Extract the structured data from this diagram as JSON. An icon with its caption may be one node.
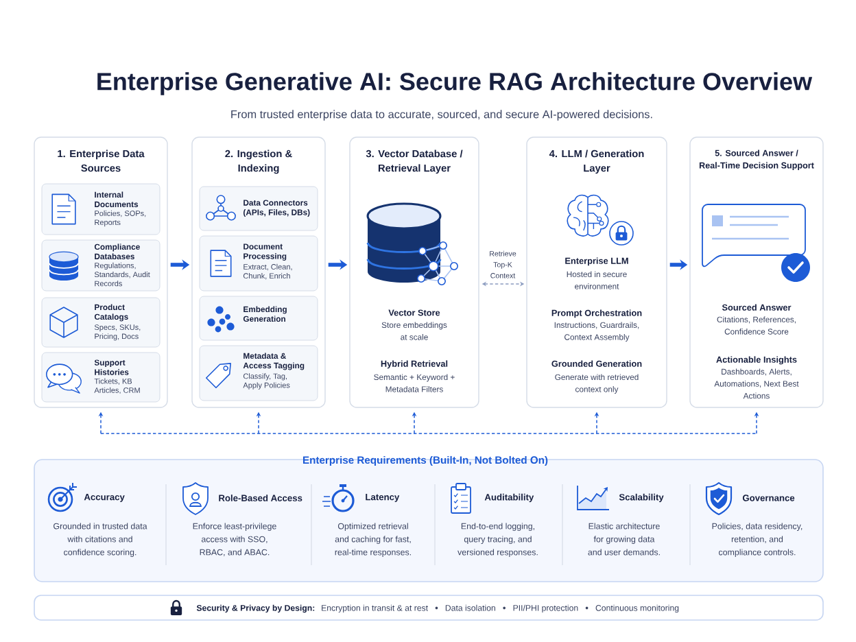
{
  "diagram": {
    "title": "Enterprise Generative AI: Secure RAG Architecture Overview",
    "nodes": [
      {
        "text": [
          "1. Enterprise Data Sources"
        ]
      },
      {
        "text": [
          "Internal Documents",
          "Policies, SOPs, Reports"
        ],
        "in": 0
      },
      {
        "text": [
          "Compliance Databases",
          "Regulations, Standards, Audit Records"
        ],
        "in": 0
      },
      {
        "text": [
          "Product Catalogs",
          "Specs, SKUs, Pricing, Docs"
        ],
        "in": 0
      },
      {
        "text": [
          "Support Histories",
          "Tickets, KB Articles, CRM"
        ],
        "in": 0
      },
      {
        "text": [
          "2. Ingestion & Indexing"
        ]
      },
      {
        "text": [
          "Data Connectors (APIs, Files, DBs)"
        ],
        "in": 5
      },
      {
        "text": [
          "Document Processing",
          "Extract, Clean, Chunk, Enrich"
        ],
        "in": 5
      },
      {
        "text": [
          "Embedding Generation"
        ],
        "in": 5
      },
      {
        "text": [
          "Metadata & Access Tagging",
          "Classify, Tag, Apply Policies"
        ],
        "in": 5
      },
      {
        "text": [
          "3. Vector Database / Retrieval Layer",
          "Vector Store",
          "Store embeddings at scale",
          "Hybrid Retrieval",
          "Semantic + Keyword + Metadata Filters"
        ]
      },
      {
        "text": [
          "4. LLM / Generation Layer",
          "Enterprise LLM",
          "Hosted in secure environment",
          "Prompt Orchestration",
          "Instructions, Guardrails, Context Assembly",
          "Grounded Generation",
          "Generate with retrieved context only"
        ]
      },
      {
        "text": [
          "5. Sourced Answer / Real-Time Decision Support",
          "Sourced Answer",
          "Citations, References, Confidence Score",
          "Actionable Insights",
          "Dashboards, Alerts, Automations, Next Best Actions"
        ]
      },
      {
        "text": [
          "Enterprise Requirements (Built-In, Not Bolted On)",
          "Accuracy",
          "Grounded in trusted data with citations and confidence scoring.",
          "Role-Based Access",
          "Enforce least-privilege access with SSO, RBAC, and ABAC.",
          "Latency",
          "Optimized retrieval and caching for fast, real-time responses.",
          "Auditability",
          "End-to-end logging, query tracing, and versioned responses.",
          "Scalability",
          "Elastic architecture for growing data and user demands.",
          "Governance",
          "Policies, data residency, retention, and compliance controls."
        ]
      },
      {
        "text": [
          "Security & Privacy by Design:",
          "Encryption in transit & at rest",
          "Data isolation",
          "PII/PHI protection",
          "Continuous monitoring"
        ]
      }
    ],
    "edges": [
      {
        "from": 0,
        "to": 5,
        "arrow": "to",
        "style": "thick"
      },
      {
        "from": 5,
        "to": 10,
        "arrow": "to",
        "style": "thick"
      },
      {
        "from": 10,
        "to": 11,
        "arrow": "both",
        "label": "Retrieve Top-K Context",
        "style": "dashed",
        "color": "#8c9cc0"
      },
      {
        "from": 11,
        "to": 12,
        "arrow": "to",
        "style": "thick"
      },
      {
        "from": null,
        "to": 0,
        "arrow": "to",
        "style": "dashed"
      },
      {
        "from": null,
        "to": 5,
        "arrow": "to",
        "style": "dashed"
      },
      {
        "from": null,
        "to": 10,
        "arrow": "to",
        "style": "dashed"
      },
      {
        "from": null,
        "to": 11,
        "arrow": "to",
        "style": "dashed"
      },
      {
        "from": null,
        "to": 12,
        "arrow": "to",
        "style": "dashed"
      }
    ],
    "labels": [
      "From trusted enterprise data to accurate, sourced, and secure AI-powered decisions."
    ]
  }
}
